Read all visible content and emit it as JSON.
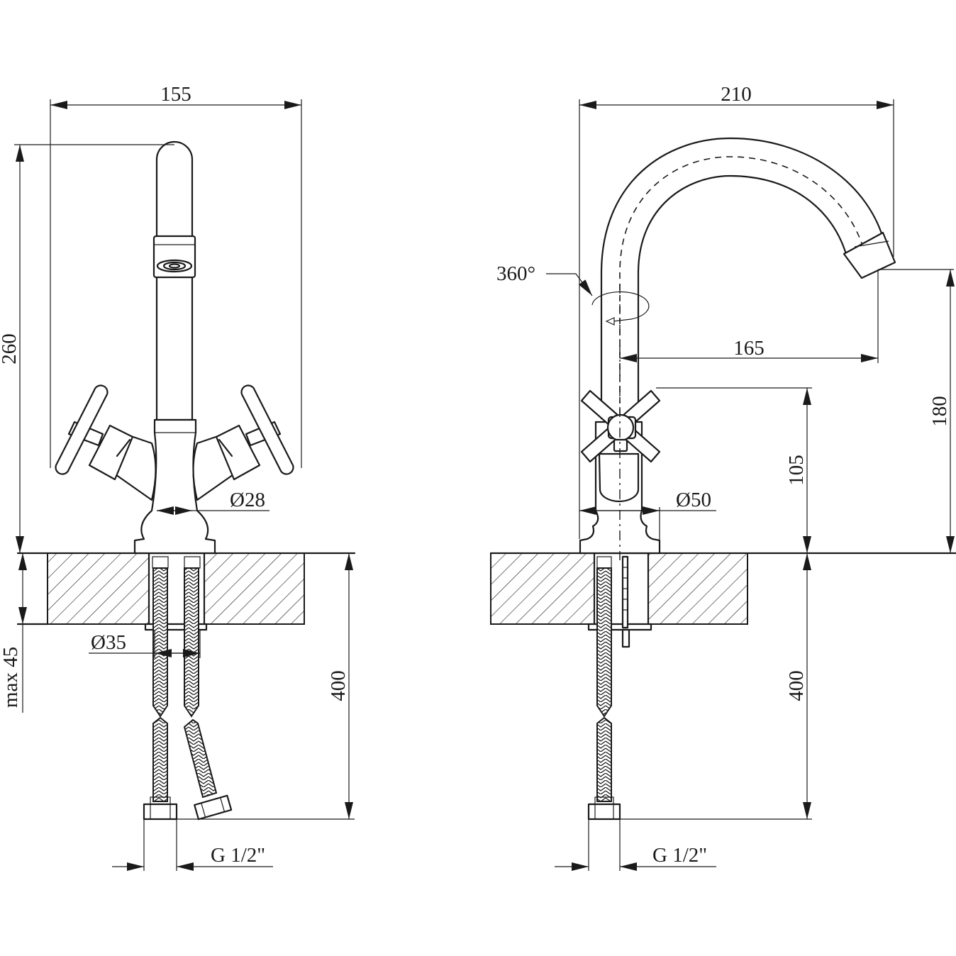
{
  "drawing": {
    "front_view": {
      "width_label": "155",
      "height_label": "260",
      "spout_diameter_label": "Ø28",
      "hole_diameter_label": "Ø35",
      "deck_thickness_label": "max 45",
      "hose_length_label": "400",
      "connection_label": "G 1/2\""
    },
    "side_view": {
      "width_label": "210",
      "rotation_label": "360°",
      "reach_label": "165",
      "spout_height_label": "180",
      "handle_height_label": "105",
      "base_diameter_label": "Ø50",
      "hose_length_label": "400",
      "connection_label": "G 1/2\""
    }
  },
  "colors": {
    "line": "#1a1a1a",
    "background": "#ffffff"
  }
}
